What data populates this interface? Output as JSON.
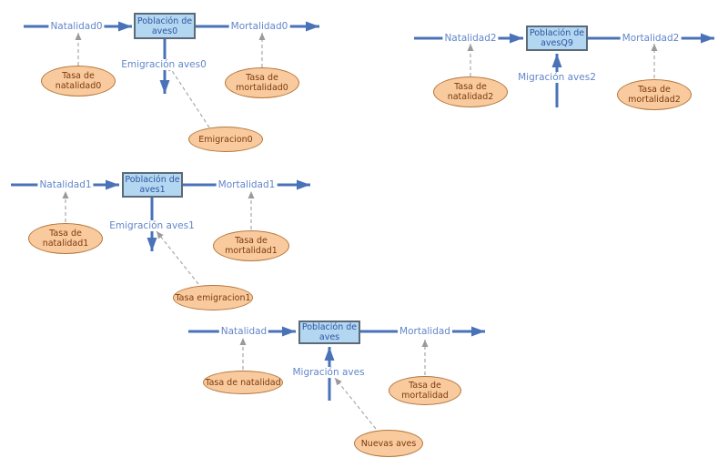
{
  "colors": {
    "flow_line": "#4a72b8",
    "flow_label_text": "#6286ca",
    "stock_fill": "#b3d7f0",
    "stock_border": "#5a6a79",
    "stock_text": "#2f55a4",
    "aux_fill": "#f8ca9d",
    "aux_border": "#b5763b",
    "aux_text": "#7d3a10",
    "influence_connector": "#a8a8a8"
  },
  "models": [
    {
      "stock": {
        "line1": "Población de",
        "line2": "aves0"
      },
      "inflow_label": "Natalidad0",
      "outflow_label": "Mortalidad0",
      "vertical_flow_label": "Emigración aves0",
      "aux_birth": {
        "line1": "Tasa de",
        "line2": "natalidad0"
      },
      "aux_death": {
        "line1": "Tasa de",
        "line2": "mortalidad0"
      },
      "aux_extra": "Emigracion0"
    },
    {
      "stock": {
        "line1": "Población de",
        "line2": "avesQ9"
      },
      "inflow_label": "Natalidad2",
      "outflow_label": "Mortalidad2",
      "vertical_flow_label": "Migración aves2",
      "aux_birth": {
        "line1": "Tasa de",
        "line2": "natalidad2"
      },
      "aux_death": {
        "line1": "Tasa de",
        "line2": "mortalidad2"
      }
    },
    {
      "stock": {
        "line1": "Población de",
        "line2": "aves1"
      },
      "inflow_label": "Natalidad1",
      "outflow_label": "Mortalidad1",
      "vertical_flow_label": "Emigración aves1",
      "aux_birth": {
        "line1": "Tasa de",
        "line2": "natalidad1"
      },
      "aux_death": {
        "line1": "Tasa de",
        "line2": "mortalidad1"
      },
      "aux_extra": "Tasa emigracion1"
    },
    {
      "stock": {
        "line1": "Población de",
        "line2": "aves"
      },
      "inflow_label": "Natalidad",
      "outflow_label": "Mortalidad",
      "vertical_flow_label": "Migración aves",
      "aux_birth": {
        "line1": "Tasa de natalidad",
        "line2": ""
      },
      "aux_death": {
        "line1": "Tasa de",
        "line2": "mortalidad"
      },
      "aux_extra": "Nuevas aves"
    }
  ]
}
